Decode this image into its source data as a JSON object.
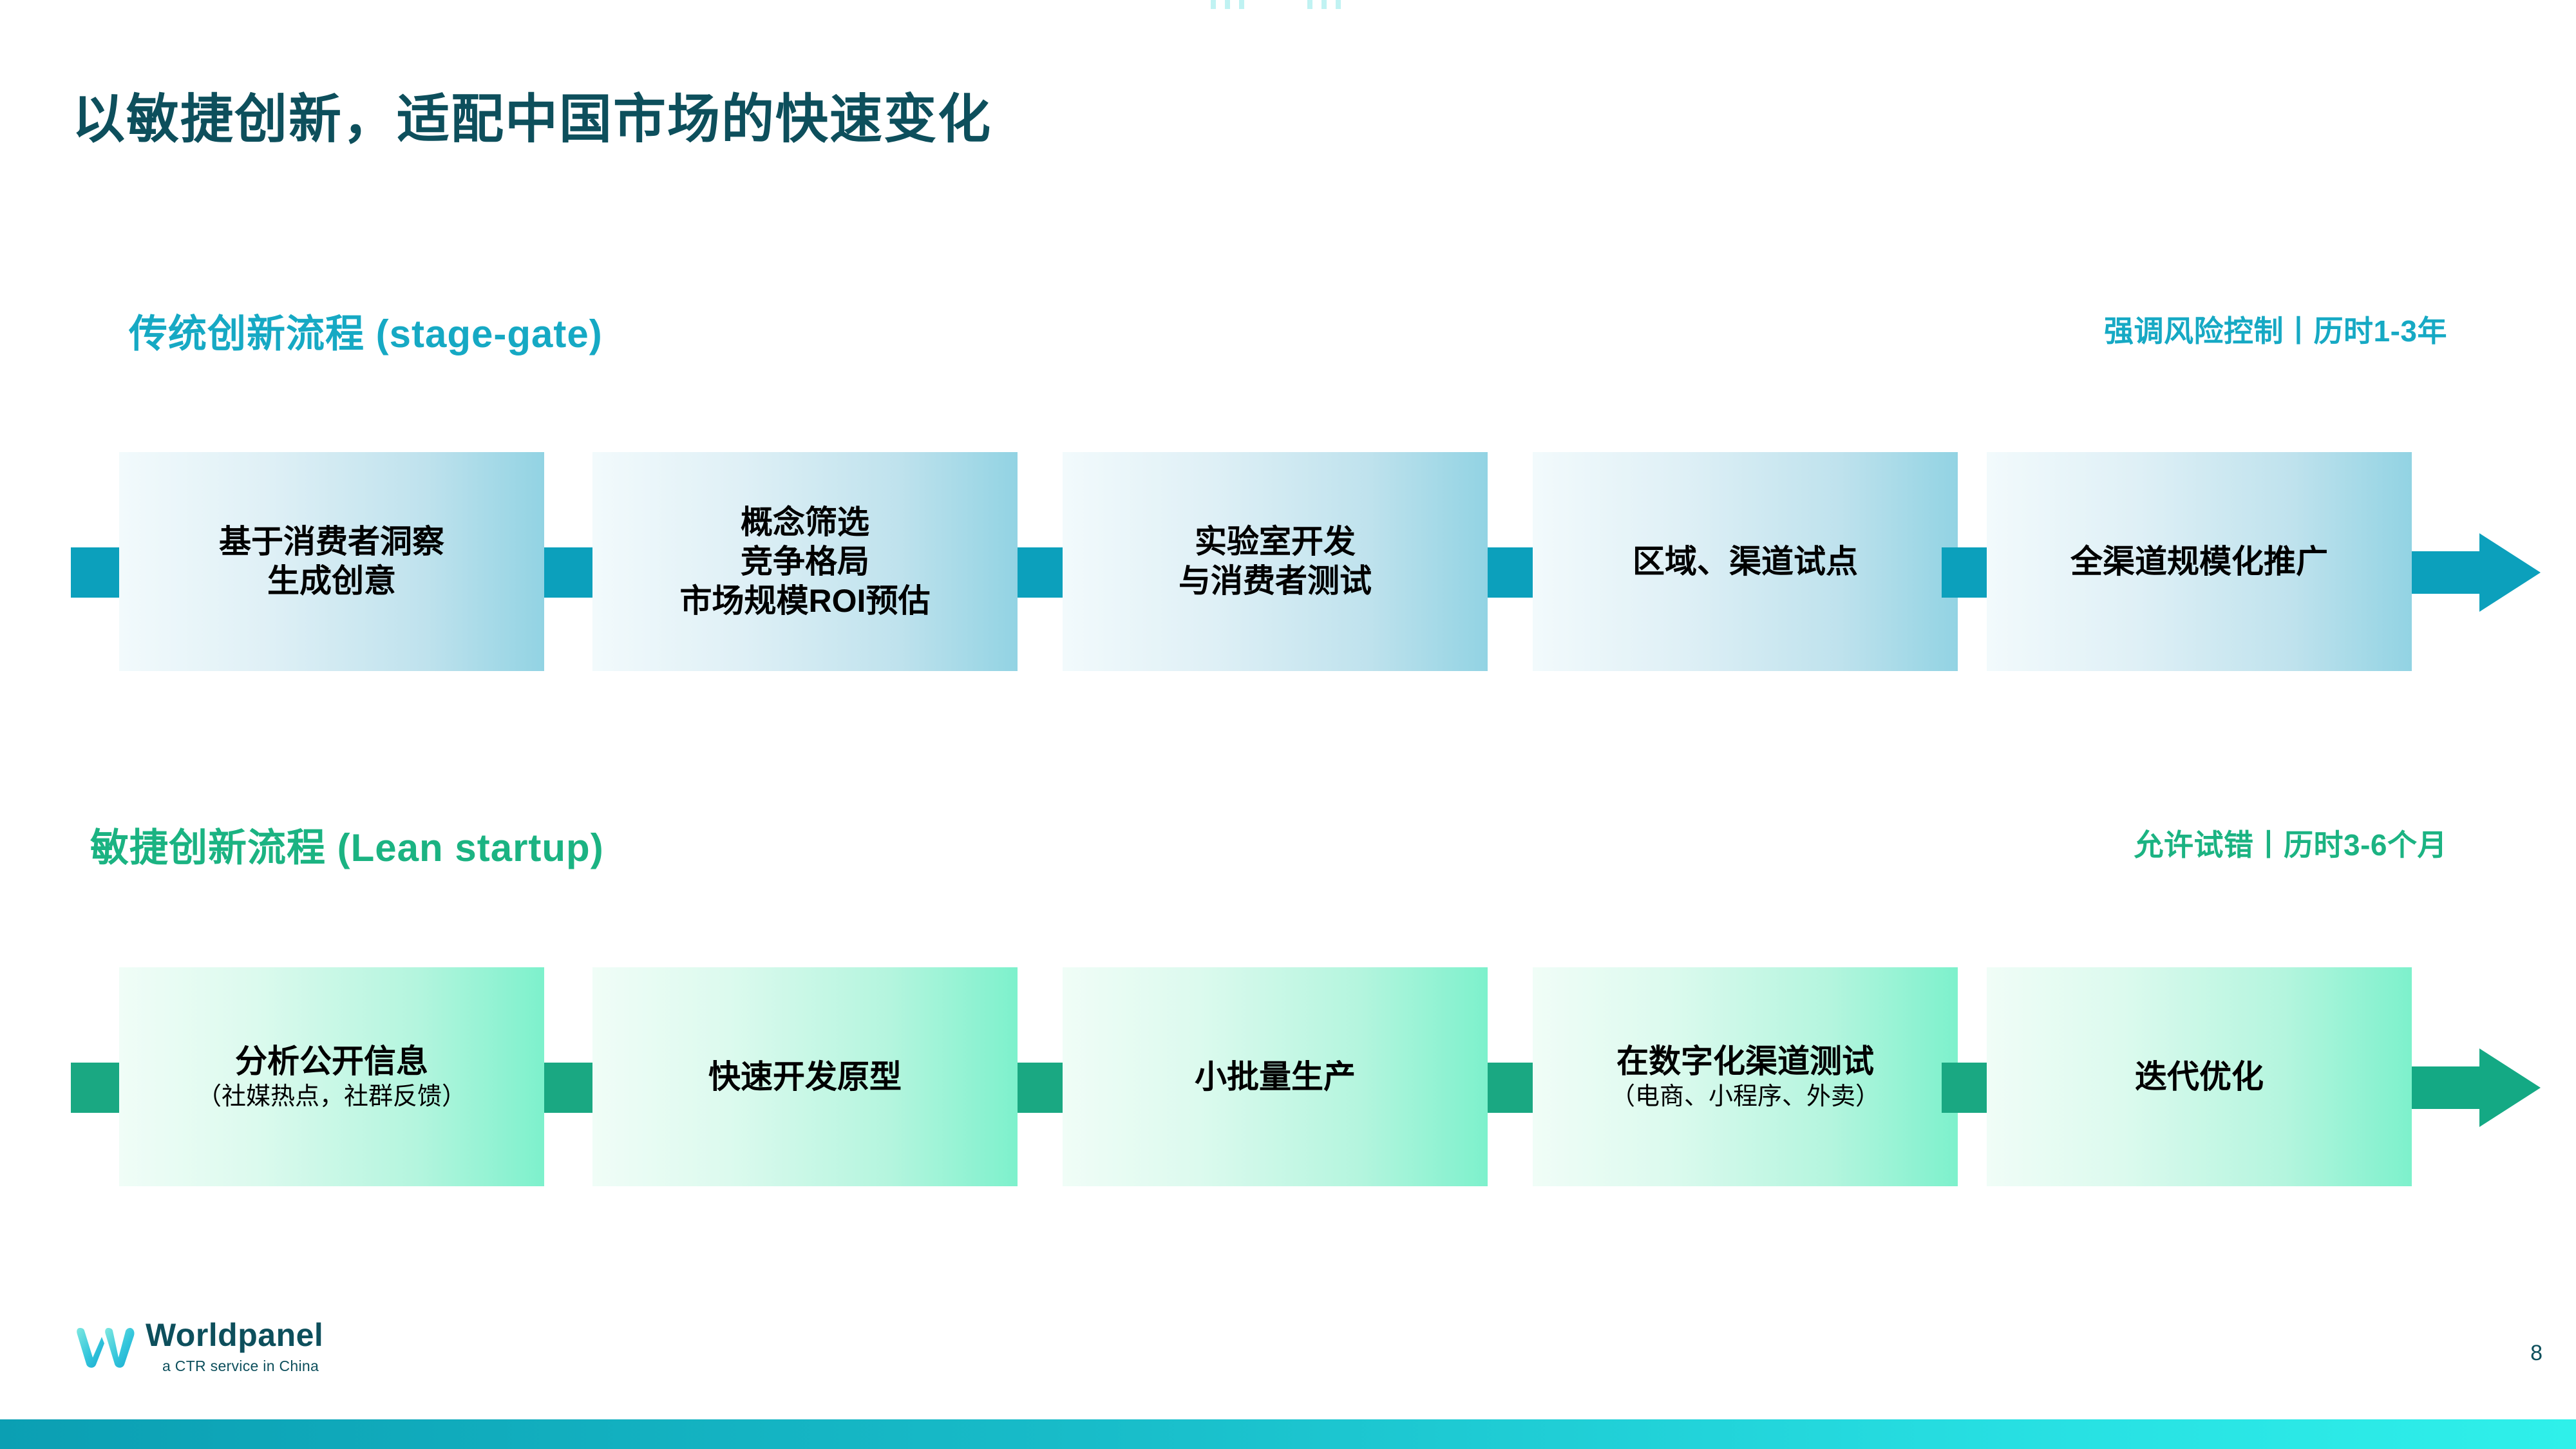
{
  "slide": {
    "title": "以敏捷创新，适配中国市场的快速变化",
    "page_number": "8"
  },
  "colors": {
    "title_teal": "#0d4f5c",
    "traditional_accent": "#16a9c4",
    "traditional_connector": "#0ca0bc",
    "agile_accent": "#1bb382",
    "agile_connector": "#14a984",
    "bottom_bar_left": "#0b9fb3",
    "bottom_bar_right": "#2ff0ea"
  },
  "sections": [
    {
      "id": "traditional",
      "title": "传统创新流程 (stage-gate)",
      "note": "强调风险控制丨历时1-3年",
      "stages": [
        {
          "title": "基于消费者洞察\n生成创意",
          "sub": ""
        },
        {
          "title": "概念筛选\n竞争格局\n市场规模ROI预估",
          "sub": ""
        },
        {
          "title": "实验室开发\n与消费者测试",
          "sub": ""
        },
        {
          "title": "区域、渠道试点",
          "sub": ""
        },
        {
          "title": "全渠道规模化推广",
          "sub": ""
        }
      ]
    },
    {
      "id": "agile",
      "title": "敏捷创新流程 (Lean startup)",
      "note": "允许试错丨历时3-6个月",
      "stages": [
        {
          "title": "分析公开信息",
          "sub": "（社媒热点，社群反馈）"
        },
        {
          "title": "快速开发原型",
          "sub": ""
        },
        {
          "title": "小批量生产",
          "sub": ""
        },
        {
          "title": "在数字化渠道测试",
          "sub": "（电商、小程序、外卖）"
        },
        {
          "title": "迭代优化",
          "sub": ""
        }
      ]
    }
  ],
  "logo": {
    "word": "Worldpanel",
    "tagline": "a CTR service in China"
  }
}
